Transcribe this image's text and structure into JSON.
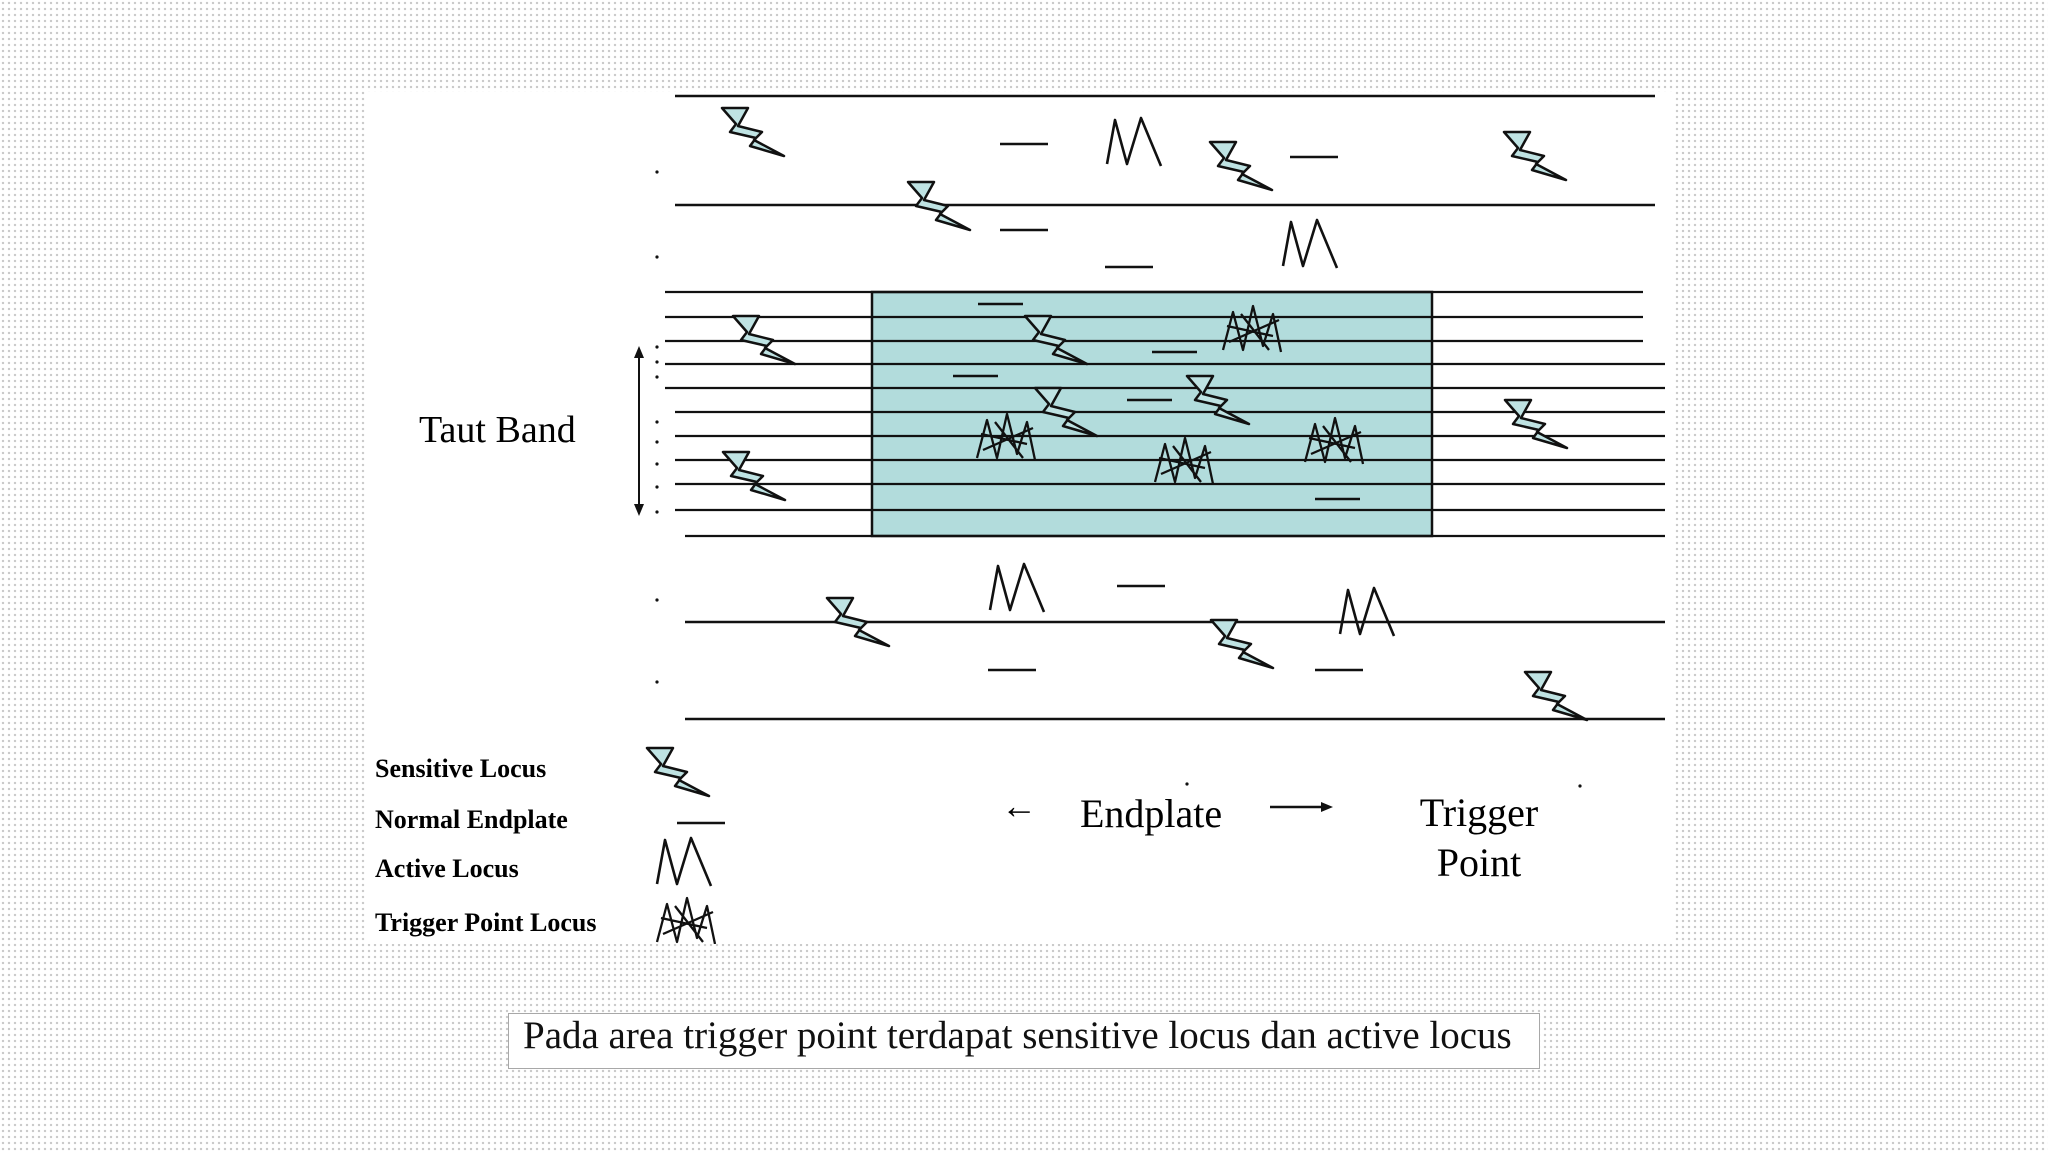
{
  "diagram": {
    "taut_band_label": "Taut Band",
    "endplate_label": "Endplate",
    "trigger_point_label_line1": "Trigger",
    "trigger_point_label_line2": "Point",
    "arrow_left": "←",
    "arrow_right": "→",
    "legend": [
      {
        "label": "Sensitive Locus",
        "icon": "lightning-bolt-icon"
      },
      {
        "label": "Normal Endplate",
        "icon": "dash-line-icon"
      },
      {
        "label": "Active Locus",
        "icon": "spike-wave-icon"
      },
      {
        "label": "Trigger Point Locus",
        "icon": "tangled-scribble-icon"
      }
    ],
    "colors": {
      "trigger_zone_fill": "#b2dcdc",
      "line": "#111111",
      "bolt_fill": "#bfe3e3"
    }
  },
  "caption": {
    "text": "Pada area trigger point terdapat sensitive locus dan active locus"
  }
}
